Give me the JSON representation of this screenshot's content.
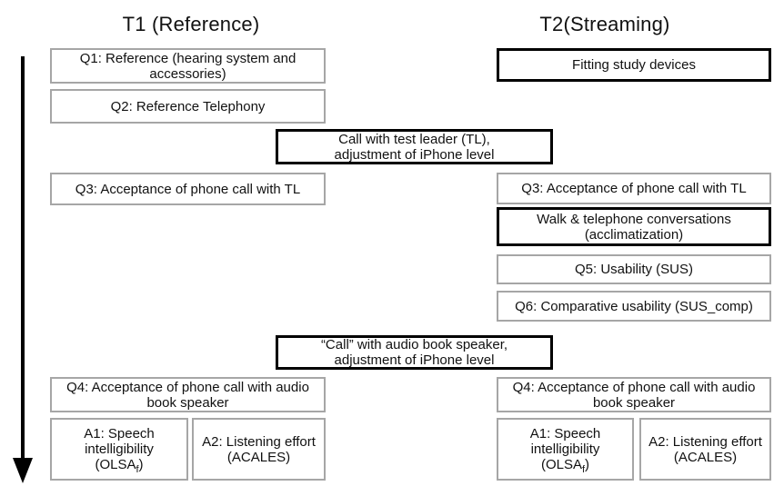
{
  "colors": {
    "background": "#ffffff",
    "box_border": "#a6a6a6",
    "emphasis_border": "#000000",
    "text": "#111111"
  },
  "icons": {
    "time_arrow": "down-arrow"
  },
  "columns": {
    "t1": {
      "title": "T1 (Reference)",
      "boxes": {
        "q1": {
          "lines": [
            "Q1: Reference (hearing system and",
            "accessories)"
          ]
        },
        "q2": {
          "lines": [
            "Q2: Reference Telephony"
          ]
        },
        "q3": {
          "lines": [
            "Q3: Acceptance of phone call with TL"
          ]
        },
        "q4": {
          "lines": [
            "Q4: Acceptance of phone call with audio",
            "book speaker"
          ]
        },
        "a1": {
          "line1": "A1: Speech",
          "line2": "intelligibility",
          "line3_pre": "(OLSA",
          "line3_sub": "f",
          "line3_post": ")"
        },
        "a2": {
          "lines": [
            "A2: Listening effort",
            "(ACALES)"
          ]
        }
      }
    },
    "t2": {
      "title": "T2(Streaming)",
      "boxes": {
        "fitting": {
          "lines": [
            "Fitting study devices"
          ]
        },
        "q3": {
          "lines": [
            "Q3: Acceptance of phone call with TL"
          ]
        },
        "walk": {
          "lines": [
            "Walk & telephone conversations",
            "(acclimatization)"
          ]
        },
        "q5": {
          "lines": [
            "Q5: Usability (SUS)"
          ]
        },
        "q6": {
          "lines": [
            "Q6: Comparative usability (SUS_comp)"
          ]
        },
        "q4": {
          "lines": [
            "Q4: Acceptance of phone call with audio",
            "book speaker"
          ]
        },
        "a1": {
          "line1": "A1: Speech",
          "line2": "intelligibility",
          "line3_pre": "(OLSA",
          "line3_sub": "f",
          "line3_post": ")"
        },
        "a2": {
          "lines": [
            "A2: Listening effort",
            "(ACALES)"
          ]
        }
      }
    }
  },
  "center_boxes": {
    "call_tl": {
      "lines": [
        "Call with test leader (TL),",
        "adjustment of iPhone level"
      ]
    },
    "call_audio": {
      "lines": [
        "“Call” with audio book speaker,",
        "adjustment of iPhone level"
      ]
    }
  }
}
